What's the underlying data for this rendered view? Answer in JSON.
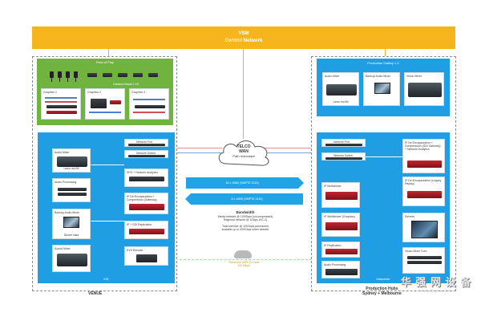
{
  "top": {
    "title": "VSM",
    "subtitle": "Control Network"
  },
  "venue": {
    "label": "VENUE",
    "field": {
      "title": "Field of Play",
      "camera_caption": "Camera Heads 2 1/2",
      "boxes": [
        "Graphics 1",
        "Graphics 2",
        "Graphics 3"
      ]
    },
    "ior": {
      "label": "IOR",
      "left_items": [
        {
          "title": "Audio Mixer",
          "caption": "Lawo mc²36"
        },
        {
          "title": "Audio Processing",
          "caption": ""
        },
        {
          "title": "Backup Audio Mixer",
          "caption": "Studer vista"
        },
        {
          "title": "Sound Mixer",
          "caption": ""
        }
      ],
      "right_items": [
        {
          "title": "Network Port",
          "caption": ""
        },
        {
          "title": "Network Switch",
          "caption": ""
        },
        {
          "title": "SPG + Network Analytics",
          "caption": ""
        },
        {
          "title": "IP De-Encapsulation + Compression (Gateway)",
          "caption": ""
        },
        {
          "title": "IP + SDI Replication",
          "caption": ""
        },
        {
          "title": "EVS Remote",
          "caption": ""
        }
      ]
    }
  },
  "center": {
    "cloud": {
      "line1": "TELCO",
      "line2": "WAN",
      "line3": "Path redundant"
    },
    "band1": "30 x 1080i (SMPTE 2110)",
    "band2": "8 x 1080i (SMPTE 2110)",
    "bandwidth_title": "Bandwidth",
    "bandwidth_lines": [
      "Media network @ 100Gbps (uncompressed)",
      "Regional network @ 1Gbps (VC-2)",
      "",
      "Total interline @ 100Gbps permanent",
      "scalable up to 200Gbps when needed"
    ],
    "phone": "Telephone (MPLS) Local 100 Mbps"
  },
  "hub": {
    "label_line1": "Production Hubs",
    "label_line2": "Sydney + Melbourne",
    "gallery": {
      "title": "Production Gallery 1-2",
      "items": [
        "Audio Mixer",
        "Backup Audio Mixer",
        "Vision Mixer"
      ],
      "captions": [
        "Lawo mc²56",
        "",
        ""
      ]
    },
    "datacenter": {
      "label": "Datacenter",
      "left_items": [
        {
          "title": "Network Port",
          "caption": ""
        },
        {
          "title": "Network Switch",
          "caption": ""
        },
        {
          "title": "IP Multiviewer",
          "caption": ""
        },
        {
          "title": "IP Multiviewer (Graphics)",
          "caption": ""
        },
        {
          "title": "IP Replication",
          "caption": ""
        },
        {
          "title": "Audio Processing",
          "caption": ""
        }
      ],
      "right_items": [
        {
          "title": "IP De-Encapsulation + Compression (SDI Gateway) + Network Analytics",
          "caption": ""
        },
        {
          "title": "IP De-Encapsulation (Legacy Replay)",
          "caption": ""
        },
        {
          "title": "Servers",
          "caption": ""
        },
        {
          "title": "Vision Mixer Core",
          "caption": ""
        }
      ]
    }
  },
  "watermark": {
    "main": "华 强 网   设 备",
    "sub": "www.hqew.com"
  }
}
